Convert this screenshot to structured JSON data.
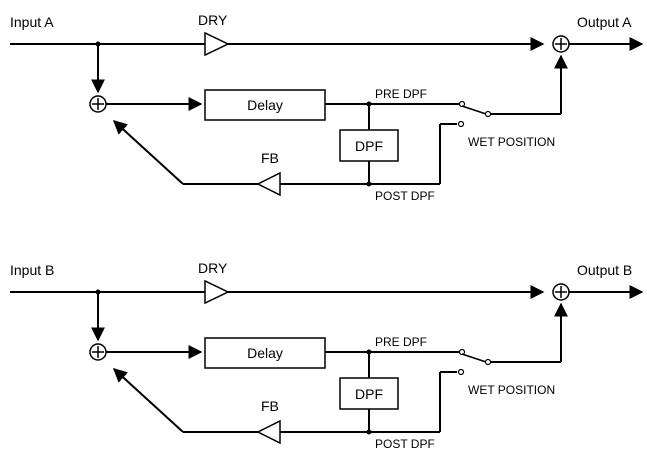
{
  "channels": [
    {
      "input_label": "Input A",
      "output_label": "Output A",
      "dry_label": "DRY",
      "delay_label": "Delay",
      "dpf_label": "DPF",
      "fb_label": "FB",
      "pre_dpf_label": "PRE DPF",
      "post_dpf_label": "POST DPF",
      "wet_position_label": "WET POSITION",
      "sum_symbol": "+"
    },
    {
      "input_label": "Input B",
      "output_label": "Output B",
      "dry_label": "DRY",
      "delay_label": "Delay",
      "dpf_label": "DPF",
      "fb_label": "FB",
      "pre_dpf_label": "PRE DPF",
      "post_dpf_label": "POST DPF",
      "wet_position_label": "WET POSITION",
      "sum_symbol": "+"
    }
  ]
}
